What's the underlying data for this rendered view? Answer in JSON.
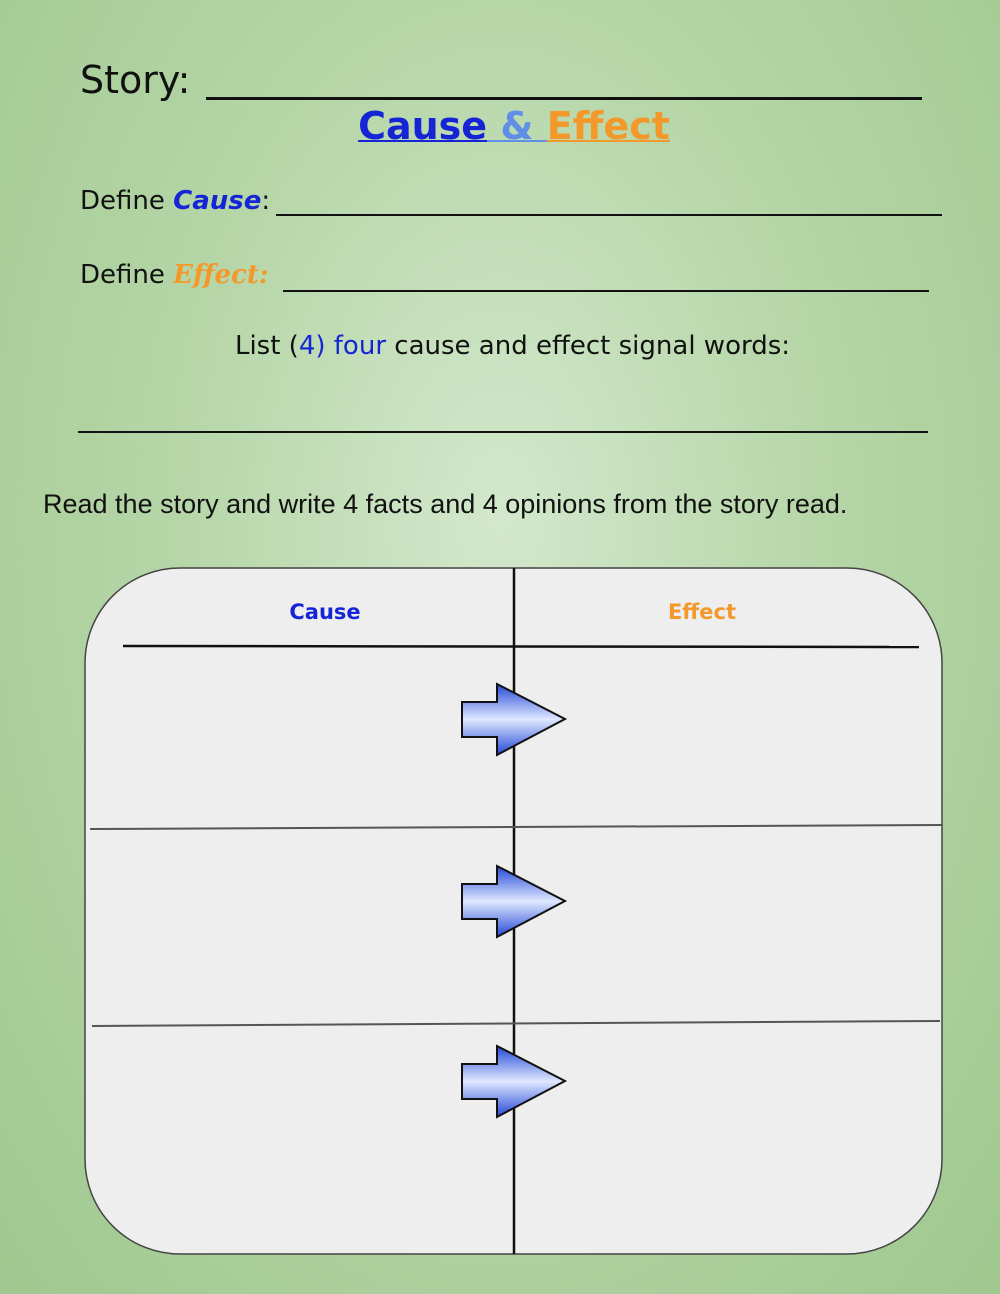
{
  "header": {
    "story_label": "Story:",
    "title_cause": "Cause",
    "title_amp": "&",
    "title_effect": "Effect"
  },
  "definitions": {
    "cause_prefix": "Define ",
    "cause_keyword": "Cause",
    "cause_suffix": ":",
    "effect_prefix": "Define ",
    "effect_keyword": "Effect:"
  },
  "signal_words": {
    "prefix": "List (",
    "number": "4",
    "close_paren": ")",
    "word": " four",
    "suffix": " cause and effect signal words:"
  },
  "instructions": "Read the story and write 4 facts and 4 opinions from the story read.",
  "organizer": {
    "cause_header": "Cause",
    "effect_header": "Effect",
    "row_count": 3
  },
  "colors": {
    "cause": "#1525d6",
    "ampersand": "#5f8fe6",
    "effect": "#f3982a",
    "arrow": "#2f5ee8",
    "background": "#b6d6a8"
  },
  "icons": [
    "right-arrow-icon",
    "right-arrow-icon",
    "right-arrow-icon"
  ]
}
